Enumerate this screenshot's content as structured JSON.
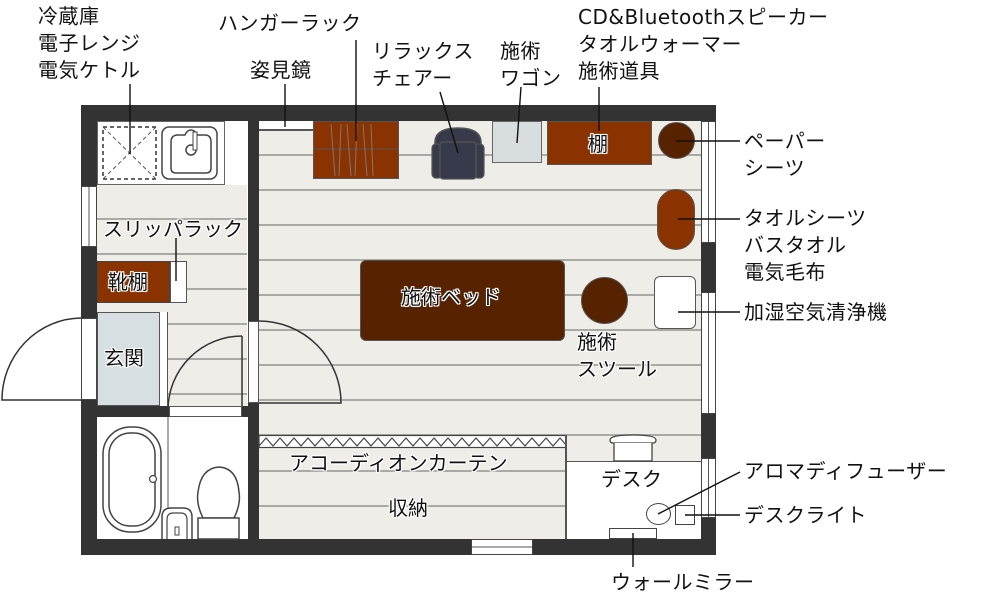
{
  "plan": {
    "colors": {
      "wall": "#333333",
      "floor": "#efede8",
      "floor_line": "#a9a9a6",
      "furniture_brown": "#8b3300",
      "furniture_dark_brown": "#562200",
      "chair_navy": "#363a4a",
      "wagon_gray": "#d8dde0",
      "entrance_gray": "#d8dfe2"
    },
    "rooms": {
      "shoe_shelf": "靴棚",
      "entrance": "玄関",
      "storage": "収納",
      "desk": "デスク"
    },
    "furniture_labels": {
      "shelf": "棚",
      "treatment_bed": "施術ベッド",
      "stool_line1": "施術",
      "stool_line2": "スツール",
      "accordion_curtain": "アコーディオンカーテン",
      "slipper_rack": "スリッパラック"
    },
    "callouts": {
      "kitchen_appliances": [
        "冷蔵庫",
        "電子レンジ",
        "電気ケトル"
      ],
      "hanger_rack": "ハンガーラック",
      "full_length_mirror": "姿見鏡",
      "relax_chair": [
        "リラックス",
        "チェアー"
      ],
      "treatment_wagon": [
        "施術",
        "ワゴン"
      ],
      "shelf_items": [
        "CD&Bluetoothスピーカー",
        "タオルウォーマー",
        "施術道具"
      ],
      "paper_sheets": [
        "ペーパー",
        "シーツ"
      ],
      "towel_storage": [
        "タオルシーツ",
        "バスタオル",
        "電気毛布"
      ],
      "humidifier": "加湿空気清浄機",
      "aroma_diffuser": "アロマディフューザー",
      "desk_light": "デスクライト",
      "wall_mirror": "ウォールミラー"
    }
  }
}
